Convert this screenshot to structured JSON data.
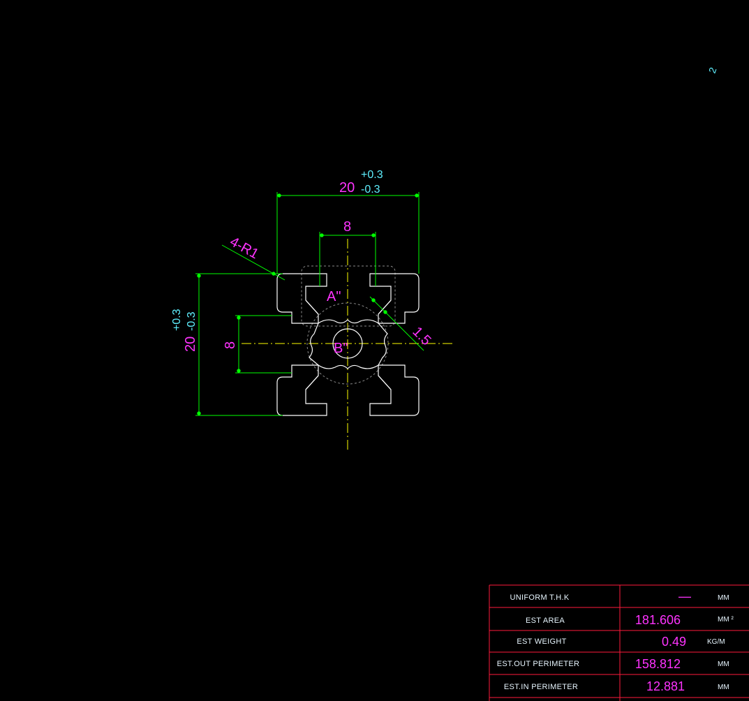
{
  "sheet_number": "2",
  "dimensions": {
    "top_width": "20",
    "top_width_tol_plus": "+0.3",
    "top_width_tol_minus": "-0.3",
    "slot_width_top": "8",
    "corner_radius": "4-R1",
    "wall": "1.5",
    "left_height": "20",
    "left_height_tol_plus": "+0.3",
    "left_height_tol_minus": "-0.3",
    "slot_width_left": "8"
  },
  "detail_labels": {
    "a": "A\"",
    "b": "B\""
  },
  "title_block": {
    "rows": [
      {
        "label": "UNIFORM T.H.K",
        "value": "—",
        "unit": "MM"
      },
      {
        "label": "EST AREA",
        "value": "181.606",
        "unit": "MM ²"
      },
      {
        "label": "EST WEIGHT",
        "value": "0.49",
        "unit": "KG/M"
      },
      {
        "label": "EST.OUT PERIMETER",
        "value": "158.812",
        "unit": "MM"
      },
      {
        "label": "EST.IN PERIMETER",
        "value": "12.881",
        "unit": "MM"
      }
    ]
  },
  "colors": {
    "background": "#000000",
    "profile": "#ffffff",
    "dimension_lines": "#00ff00",
    "dimension_text": "#ff33ff",
    "tolerance_text": "#5ff0ff",
    "centerline": "#ffff00",
    "hidden": "#8a8a8a",
    "title_block_border": "#ff1a3c"
  }
}
